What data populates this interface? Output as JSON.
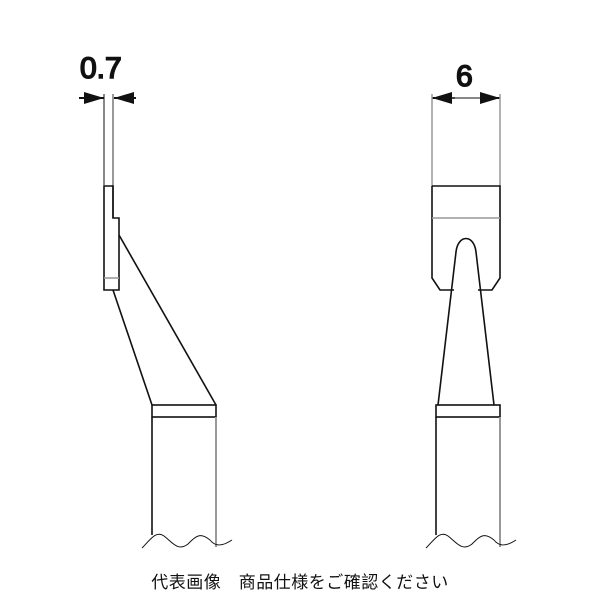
{
  "drawing": {
    "left_view": {
      "dimension_label": "0.7"
    },
    "right_view": {
      "dimension_label": "6"
    }
  },
  "caption": "代表画像　商品仕様をご確認ください",
  "colors": {
    "line": "#111111",
    "gray_line": "#999999",
    "background": "#ffffff"
  }
}
